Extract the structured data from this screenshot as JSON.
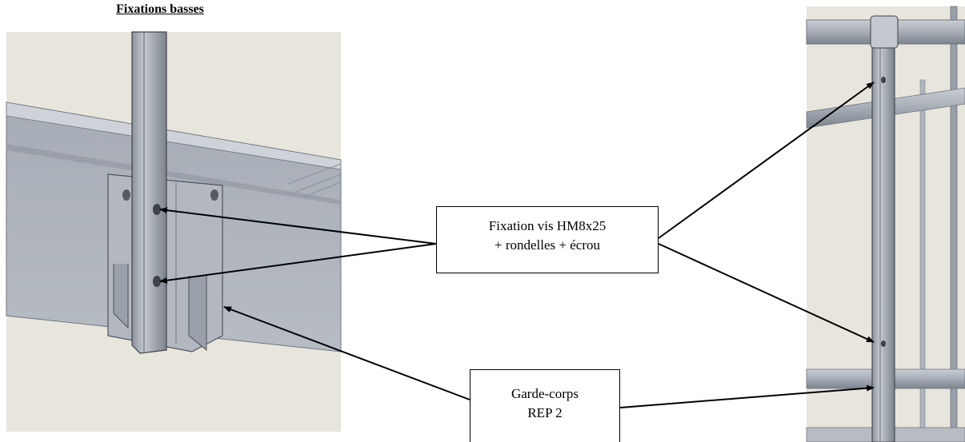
{
  "title": "Fixations basses",
  "labels": {
    "fixation": {
      "line1": "Fixation vis HM8x25",
      "line2": "+ rondelles + écrou"
    },
    "garde_corps": {
      "line1": "Garde-corps",
      "line2": "REP 2"
    }
  },
  "colors": {
    "background_panel": "#e8e6dc",
    "steel_light": "#b9bec6",
    "steel_mid": "#9aa0a9",
    "steel_dark": "#6f7580",
    "outline": "#3e4249",
    "arrow": "#000000"
  }
}
